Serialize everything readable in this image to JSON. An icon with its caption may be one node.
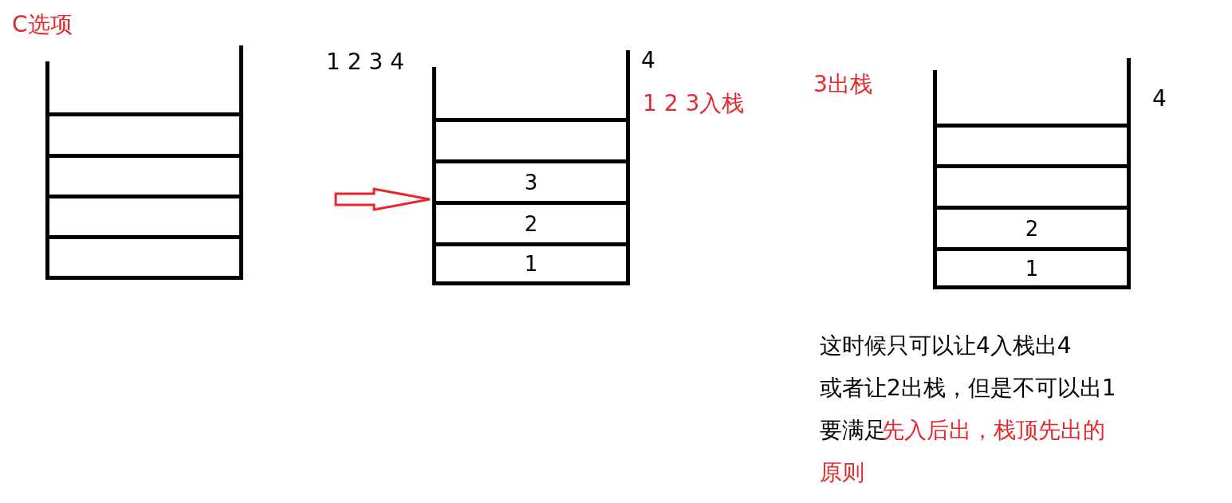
{
  "diagram": {
    "nodes": [
      {
        "text": [],
        "shape": "box"
      },
      {
        "text": [],
        "shape": "box",
        "in": 0
      },
      {
        "text": [],
        "shape": "box",
        "in": 0
      },
      {
        "text": [],
        "shape": "box",
        "in": 0
      },
      {
        "text": [],
        "shape": "box",
        "in": 0
      },
      {
        "text": [],
        "shape": "box"
      },
      {
        "text": [],
        "shape": "box",
        "in": 5
      },
      {
        "text": [
          "3"
        ],
        "in": 5
      },
      {
        "text": [
          "2"
        ],
        "in": 5
      },
      {
        "text": [
          "1"
        ],
        "in": 5
      },
      {
        "text": [],
        "shape": "box"
      },
      {
        "text": [],
        "shape": "box",
        "in": 10
      },
      {
        "text": [],
        "shape": "box",
        "in": 10
      },
      {
        "text": [
          "2"
        ],
        "in": 10
      },
      {
        "text": [
          "1"
        ],
        "in": 10
      }
    ],
    "edges": [
      {
        "from": null,
        "to": 5,
        "arrow": "to"
      }
    ],
    "labels": [
      "C选项",
      "1 2 3 4",
      "4",
      "1 2 3入栈",
      "3出栈",
      "4",
      "这时候只可以让4入栈出4",
      "或者让2出栈，但是不可以出1",
      "要满足",
      "先入后出，栈顶先出的",
      "原则"
    ]
  }
}
